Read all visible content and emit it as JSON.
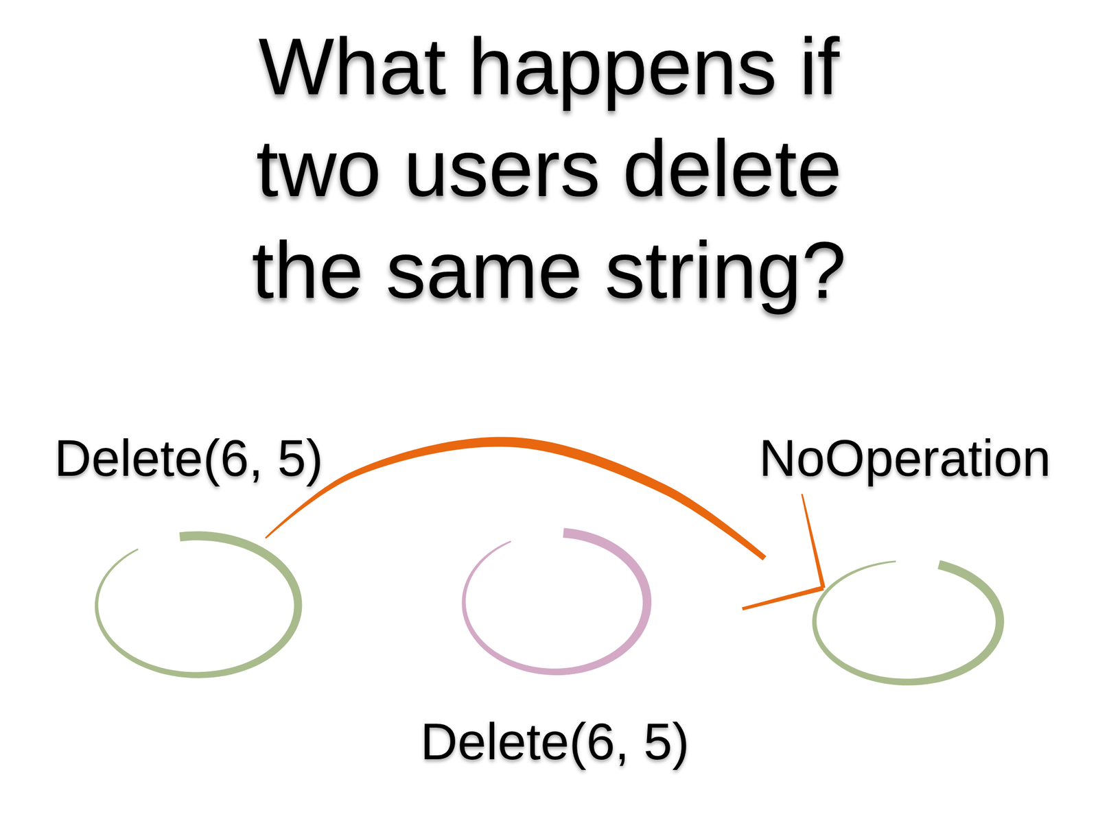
{
  "diagram": {
    "title": "What happens if two users delete the same string?",
    "nodes": [
      {
        "text": [
          "Delete(6, 5)"
        ]
      },
      {
        "text": [
          "Delete(6, 5)"
        ]
      },
      {
        "text": [
          "NoOperation"
        ]
      }
    ],
    "edges": [
      {
        "from": 0,
        "to": 2,
        "arrow": "to"
      }
    ]
  }
}
